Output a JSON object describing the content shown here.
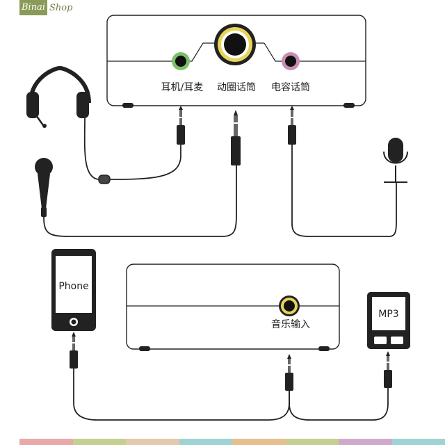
{
  "logo": {
    "part1": "Binai",
    "part2": "Shop"
  },
  "ports": {
    "headset": "耳机/耳麦",
    "dynamic_mic": "动圈话筒",
    "condenser_mic": "电容话筒",
    "music_in": "音乐输入"
  },
  "devices": {
    "phone": "Phone",
    "mp3": "MP3"
  },
  "colors": {
    "jack_green": "#7fc06a",
    "jack_yellow": "#e7d45a",
    "jack_pink": "#c98fb0",
    "stroke": "#222222",
    "stripe": [
      "#e8a9a9",
      "#c6cf92",
      "#e3c9ad",
      "#9fd3d3",
      "#e7c08f",
      "#c6cf92",
      "#cfa9c9",
      "#9fd3d3"
    ]
  }
}
